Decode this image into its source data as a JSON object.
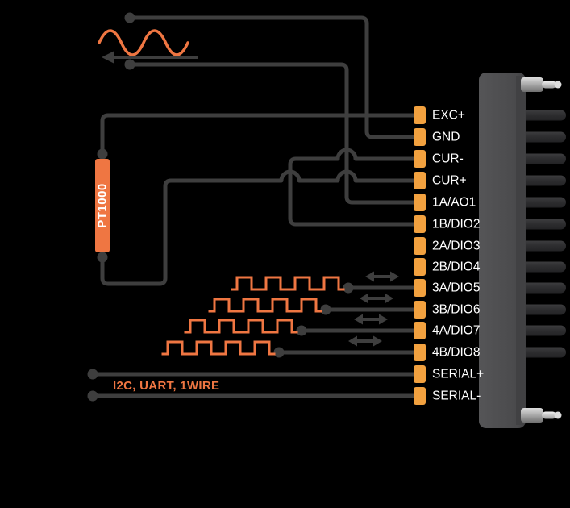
{
  "diagram": {
    "pins": [
      {
        "label": "EXC+"
      },
      {
        "label": "GND"
      },
      {
        "label": "CUR-"
      },
      {
        "label": "CUR+"
      },
      {
        "label": "1A/AO1"
      },
      {
        "label": "1B/DIO2"
      },
      {
        "label": "2A/DIO3"
      },
      {
        "label": "2B/DIO4"
      },
      {
        "label": "3A/DIO5"
      },
      {
        "label": "3B/DIO6"
      },
      {
        "label": "4A/DIO7"
      },
      {
        "label": "4B/DIO8"
      },
      {
        "label": "SERIAL+"
      },
      {
        "label": "SERIAL-"
      }
    ],
    "pt1000_label": "PT1000",
    "serial_note": "I2C, UART, 1WIRE",
    "square_wave_rows": [
      "3A/DIO5",
      "3B/DIO6",
      "4A/DIO7",
      "4B/DIO8"
    ]
  },
  "icons": {
    "sine_wave": "∿",
    "left_arrow": "←",
    "square_wave": "⎍",
    "bidirectional_arrow": "↔"
  },
  "colors": {
    "background": "#000000",
    "wire": "#3e3e3e",
    "signal_orange": "#ef7642",
    "pad_orange": "#f2a13f",
    "connector_body": "#4c4c4e",
    "pin_metal_dark": "#2e2e30",
    "label_white": "#ffffff"
  }
}
